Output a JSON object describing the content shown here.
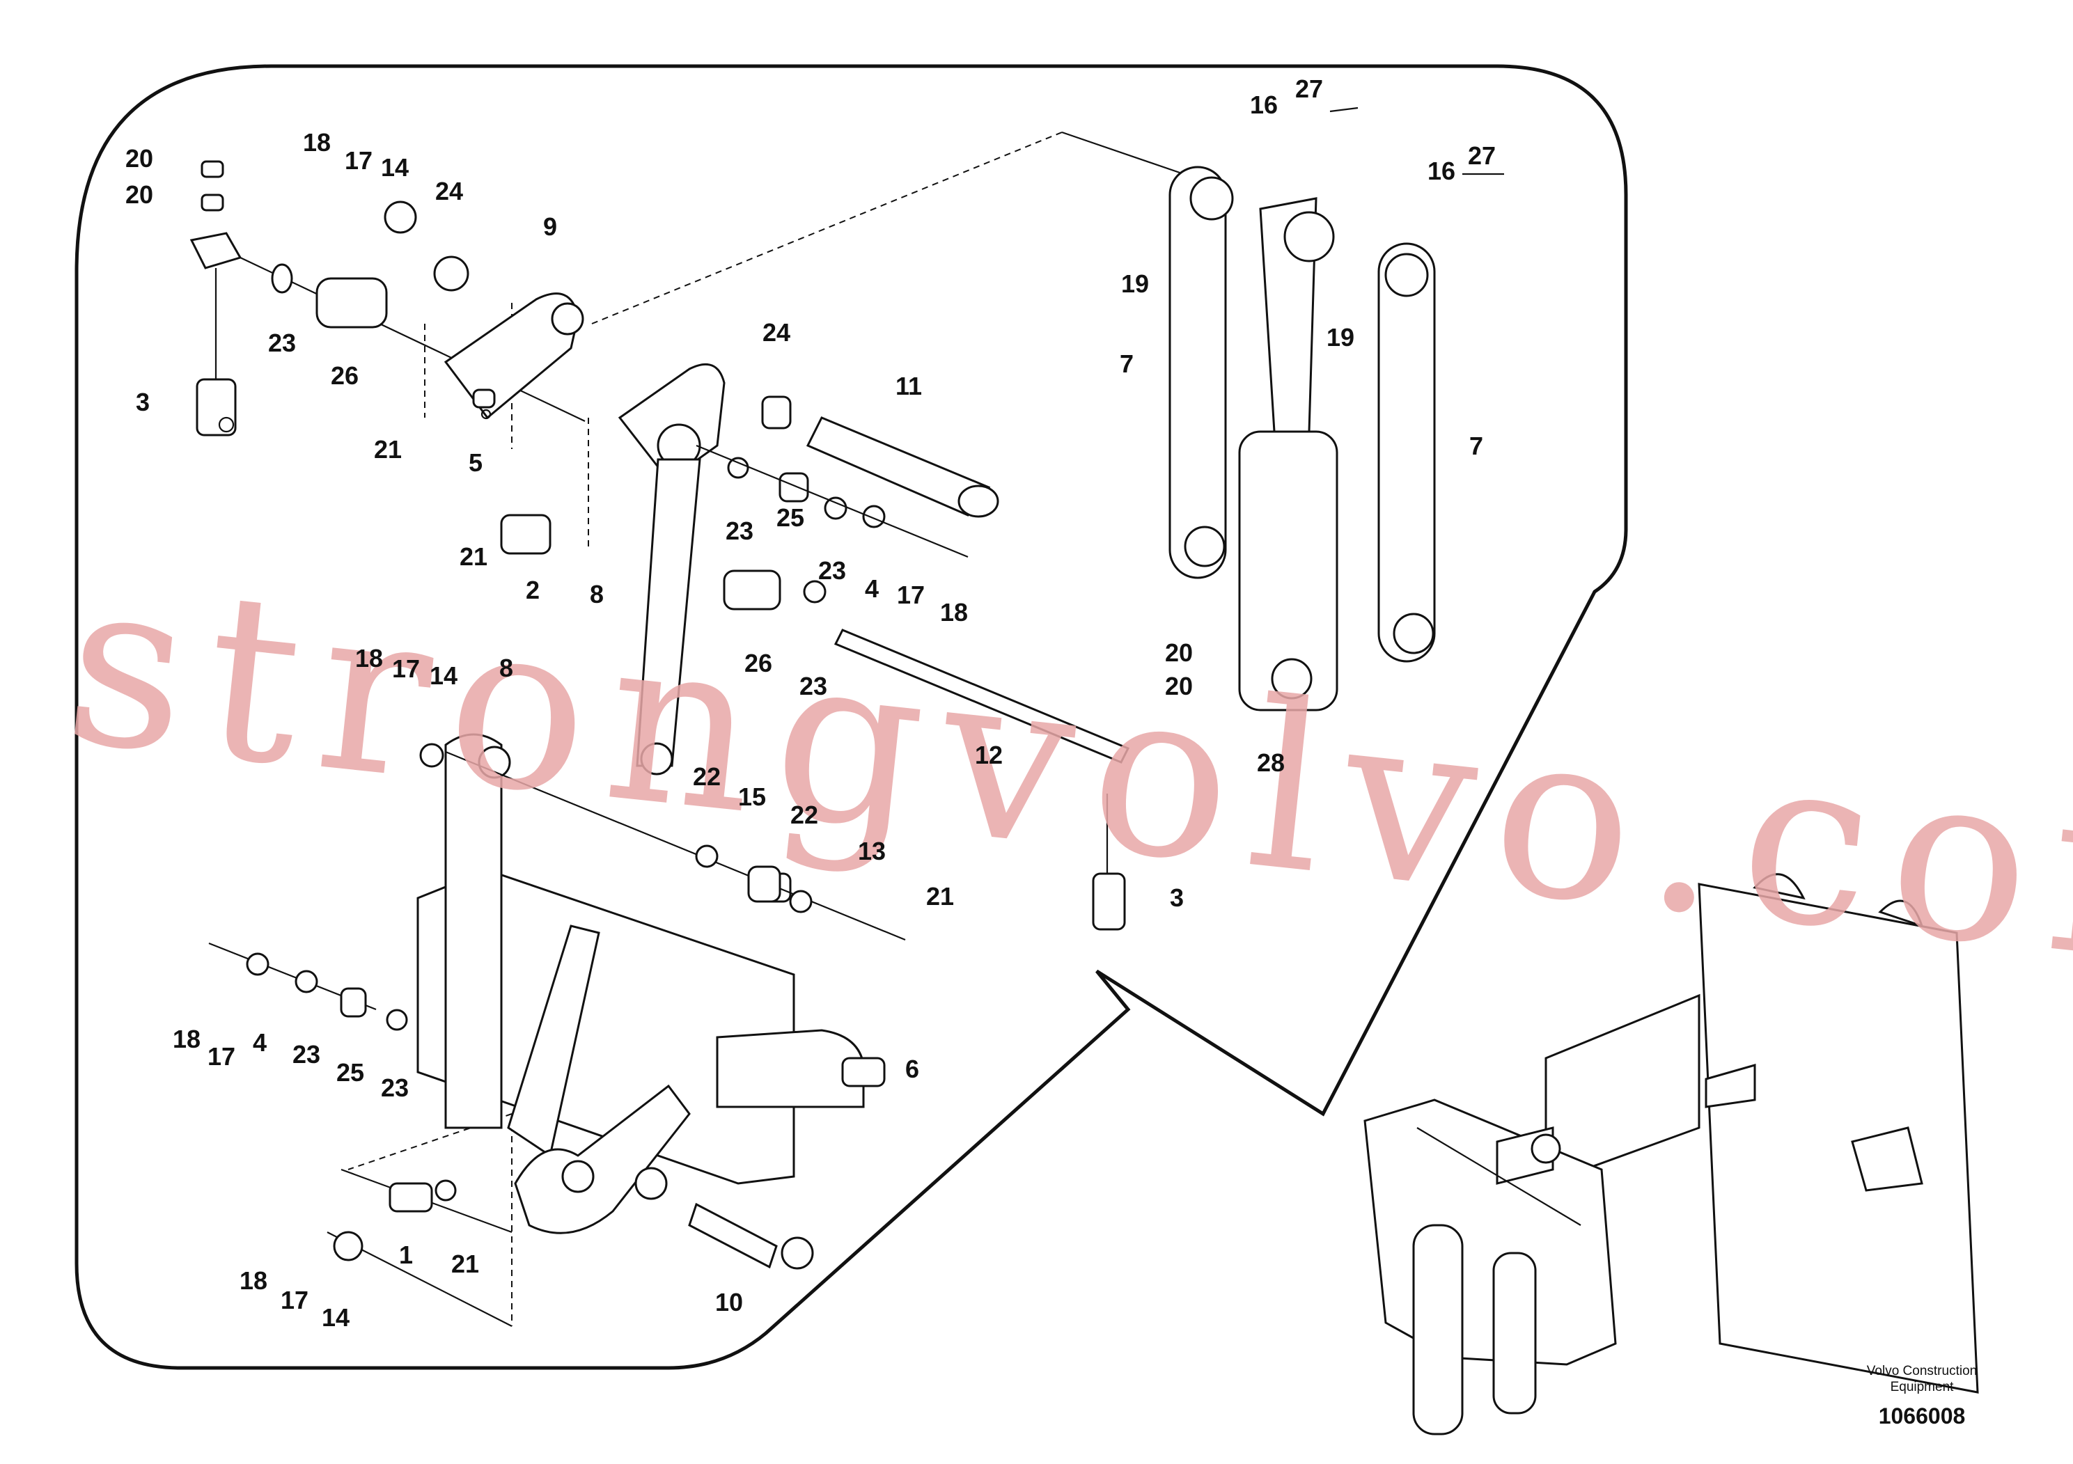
{
  "diagram": {
    "callouts": [
      {
        "id": "c1",
        "text": "20"
      },
      {
        "id": "c2",
        "text": "20"
      },
      {
        "id": "c3",
        "text": "18"
      },
      {
        "id": "c4",
        "text": "17"
      },
      {
        "id": "c5",
        "text": "14"
      },
      {
        "id": "c6",
        "text": "24"
      },
      {
        "id": "c7",
        "text": "9"
      },
      {
        "id": "c8",
        "text": "23"
      },
      {
        "id": "c9",
        "text": "26"
      },
      {
        "id": "c10",
        "text": "3"
      },
      {
        "id": "c11",
        "text": "21"
      },
      {
        "id": "c12",
        "text": "5"
      },
      {
        "id": "c13",
        "text": "24"
      },
      {
        "id": "c14",
        "text": "11"
      },
      {
        "id": "c15",
        "text": "21"
      },
      {
        "id": "c16",
        "text": "2"
      },
      {
        "id": "c17",
        "text": "8"
      },
      {
        "id": "c18",
        "text": "23"
      },
      {
        "id": "c19",
        "text": "25"
      },
      {
        "id": "c20",
        "text": "23"
      },
      {
        "id": "c21",
        "text": "4"
      },
      {
        "id": "c22",
        "text": "17"
      },
      {
        "id": "c23",
        "text": "18"
      },
      {
        "id": "c24",
        "text": "26"
      },
      {
        "id": "c25",
        "text": "23"
      },
      {
        "id": "c26",
        "text": "12"
      },
      {
        "id": "c27",
        "text": "20"
      },
      {
        "id": "c28",
        "text": "20"
      },
      {
        "id": "c29",
        "text": "28"
      },
      {
        "id": "c30",
        "text": "16"
      },
      {
        "id": "c31",
        "text": "27"
      },
      {
        "id": "c32",
        "text": "16"
      },
      {
        "id": "c33",
        "text": "27"
      },
      {
        "id": "c34",
        "text": "19"
      },
      {
        "id": "c35",
        "text": "19"
      },
      {
        "id": "c36",
        "text": "7"
      },
      {
        "id": "c37",
        "text": "7"
      },
      {
        "id": "c38",
        "text": "18"
      },
      {
        "id": "c39",
        "text": "17"
      },
      {
        "id": "c40",
        "text": "14"
      },
      {
        "id": "c41",
        "text": "8"
      },
      {
        "id": "c42",
        "text": "22"
      },
      {
        "id": "c43",
        "text": "15"
      },
      {
        "id": "c44",
        "text": "22"
      },
      {
        "id": "c45",
        "text": "13"
      },
      {
        "id": "c46",
        "text": "21"
      },
      {
        "id": "c47",
        "text": "3"
      },
      {
        "id": "c48",
        "text": "18"
      },
      {
        "id": "c49",
        "text": "17"
      },
      {
        "id": "c50",
        "text": "4"
      },
      {
        "id": "c51",
        "text": "23"
      },
      {
        "id": "c52",
        "text": "25"
      },
      {
        "id": "c53",
        "text": "23"
      },
      {
        "id": "c54",
        "text": "6"
      },
      {
        "id": "c55",
        "text": "1"
      },
      {
        "id": "c56",
        "text": "21"
      },
      {
        "id": "c57",
        "text": "18"
      },
      {
        "id": "c58",
        "text": "17"
      },
      {
        "id": "c59",
        "text": "14"
      },
      {
        "id": "c60",
        "text": "10"
      }
    ],
    "caption_line1": "Volvo Construction",
    "caption_line2": "Equipment",
    "drawing_number": "1066008",
    "watermark": "strongvolvo.com"
  }
}
